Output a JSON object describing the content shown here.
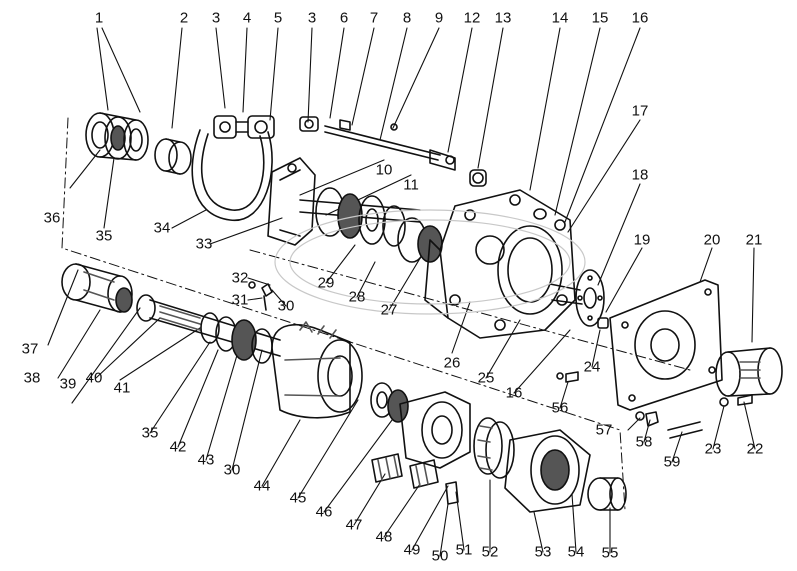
{
  "diagram": {
    "callouts": [
      {
        "label": "1"
      },
      {
        "label": "2"
      },
      {
        "label": "3"
      },
      {
        "label": "4"
      },
      {
        "label": "5"
      },
      {
        "label": "3"
      },
      {
        "label": "6"
      },
      {
        "label": "7"
      },
      {
        "label": "8"
      },
      {
        "label": "9"
      },
      {
        "label": "12"
      },
      {
        "label": "13"
      },
      {
        "label": "14"
      },
      {
        "label": "15"
      },
      {
        "label": "16"
      },
      {
        "label": "17"
      },
      {
        "label": "18"
      },
      {
        "label": "19"
      },
      {
        "label": "20"
      },
      {
        "label": "21"
      },
      {
        "label": "10"
      },
      {
        "label": "11"
      },
      {
        "label": "36"
      },
      {
        "label": "35"
      },
      {
        "label": "34"
      },
      {
        "label": "33"
      },
      {
        "label": "32"
      },
      {
        "label": "31"
      },
      {
        "label": "30"
      },
      {
        "label": "29"
      },
      {
        "label": "28"
      },
      {
        "label": "27"
      },
      {
        "label": "26"
      },
      {
        "label": "25"
      },
      {
        "label": "24"
      },
      {
        "label": "16"
      },
      {
        "label": "56"
      },
      {
        "label": "37"
      },
      {
        "label": "38"
      },
      {
        "label": "39"
      },
      {
        "label": "40"
      },
      {
        "label": "41"
      },
      {
        "label": "35"
      },
      {
        "label": "42"
      },
      {
        "label": "43"
      },
      {
        "label": "30"
      },
      {
        "label": "44"
      },
      {
        "label": "45"
      },
      {
        "label": "46"
      },
      {
        "label": "47"
      },
      {
        "label": "48"
      },
      {
        "label": "49"
      },
      {
        "label": "50"
      },
      {
        "label": "51"
      },
      {
        "label": "52"
      },
      {
        "label": "53"
      },
      {
        "label": "54"
      },
      {
        "label": "55"
      },
      {
        "label": "57"
      },
      {
        "label": "58"
      },
      {
        "label": "59"
      },
      {
        "label": "23"
      },
      {
        "label": "22"
      }
    ],
    "colors": {
      "ink": "#111111",
      "shade": "#555555",
      "paper": "#ffffff"
    }
  }
}
